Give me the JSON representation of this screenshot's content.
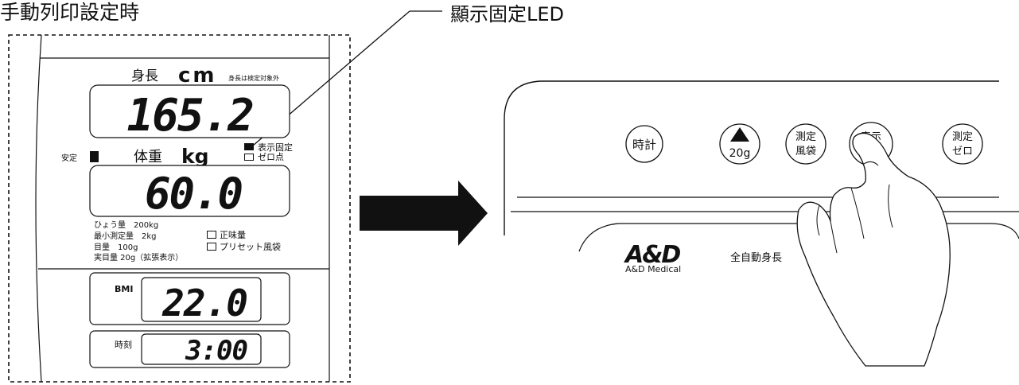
{
  "page_title": "手動列印設定時",
  "callout_label": "顯示固定LED",
  "panel": {
    "height_header": "身長",
    "height_unit": "cm",
    "height_note": "身長は検定対象外",
    "height_value": "165.2",
    "stable_label": "安定",
    "weight_header": "体重",
    "weight_unit": "kg",
    "led_hold_label": "表示固定",
    "led_zero_label": "ゼロ点",
    "weight_value": "60.0",
    "spec_capacity": "ひょう量　200kg",
    "spec_min": "最小測定量　2kg",
    "spec_scale": "目量　100g",
    "spec_actual": "実目量 20g（拡張表示）",
    "net_label": "正味量",
    "preset_label": "プリセット風袋",
    "bmi_label": "BMI",
    "bmi_value": "22.0",
    "time_label": "時刻",
    "time_value": "3:00"
  },
  "device": {
    "btn_clock": "時計",
    "btn_up_value": "20g",
    "btn_tare_line1": "測定",
    "btn_tare_line2": "風袋",
    "btn_hold_line1": "表示",
    "btn_zero_line1": "測定",
    "btn_zero_line2": "ゼロ",
    "brand_logo": "A&D",
    "brand_sub": "A&D Medical",
    "product_name": "全自動身長"
  }
}
